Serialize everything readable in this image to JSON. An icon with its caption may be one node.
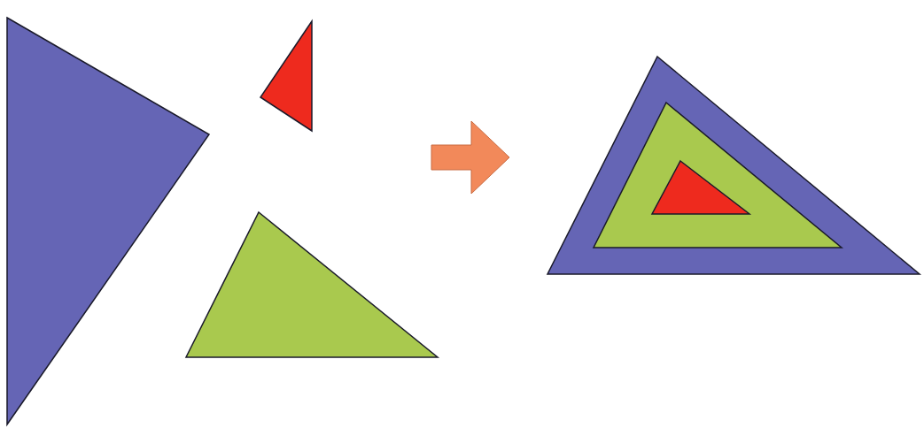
{
  "diagram": {
    "nodes": [
      {
        "text": [],
        "shape": "triangle"
      },
      {
        "text": [],
        "shape": "triangle"
      },
      {
        "text": [],
        "shape": "triangle"
      },
      {
        "text": [],
        "shape": "triangle"
      },
      {
        "text": [],
        "shape": "triangle",
        "in": 3
      },
      {
        "text": [],
        "shape": "triangle",
        "in": 4
      }
    ]
  }
}
